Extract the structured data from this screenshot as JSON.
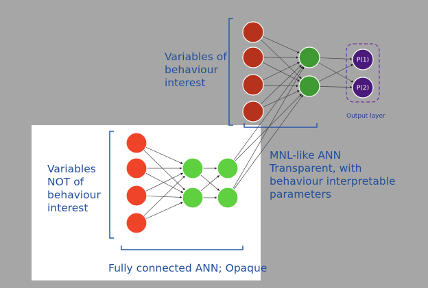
{
  "labels": {
    "behaviour_vars": "Variables of\nbehaviour\ninterest",
    "non_behaviour_vars": "Variables\nNOT of\nbehaviour\ninterest",
    "mnl_description": "MNL-like ANN\nTransparent, with\nbehaviour interpretable\nparameters",
    "ann_caption": "Fully connected ANN; Opaque",
    "output_layer": "Output layer"
  },
  "output_nodes": [
    "P(1)",
    "P(2)"
  ],
  "colors": {
    "background": "#a6a6a6",
    "panel": "#ffffff",
    "input_top": "#b5331c",
    "input_bottom": "#f0442a",
    "hidden_green_dark": "#3f9a34",
    "hidden_green_light": "#5fd03f",
    "output_purple": "#4a1a7a",
    "text_blue": "#1f4e9a"
  }
}
